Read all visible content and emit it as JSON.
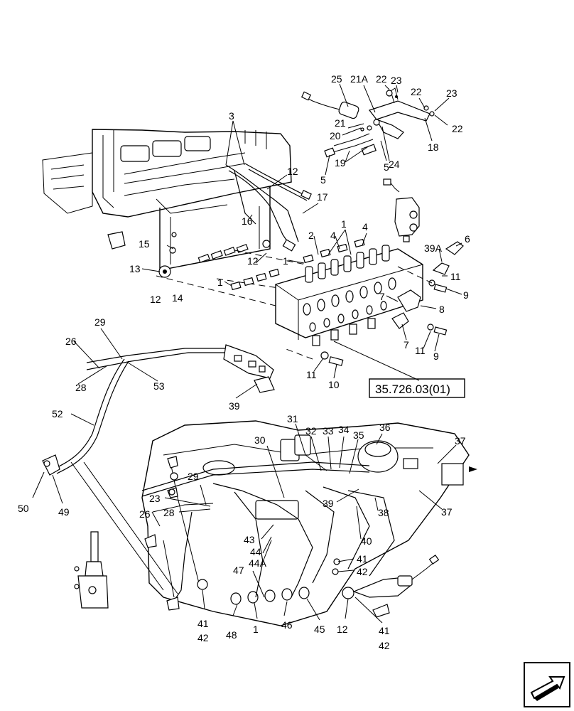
{
  "reference_box": "35.726.03(01)",
  "labels": {
    "top": [
      "25",
      "21A",
      "22",
      "23",
      "22",
      "23",
      "22",
      "21",
      "20",
      "18",
      "24",
      "19",
      "5",
      "5",
      "3",
      "12",
      "17",
      "16",
      "6",
      "39A",
      "11",
      "9",
      "1",
      "2",
      "4",
      "4",
      "15",
      "12",
      "13",
      "12",
      "14",
      "1",
      "1",
      "7",
      "8",
      "7",
      "11",
      "9",
      "11",
      "10"
    ],
    "middle": [
      "29",
      "26",
      "28",
      "53",
      "39",
      "52",
      "50",
      "49"
    ],
    "bottom": [
      "31",
      "32",
      "33",
      "34",
      "35",
      "36",
      "30",
      "37",
      "37",
      "29",
      "23",
      "28",
      "26",
      "39",
      "38",
      "40",
      "43",
      "44",
      "44A",
      "47",
      "41",
      "42",
      "41",
      "42",
      "41",
      "42",
      "48",
      "1",
      "46",
      "45",
      "12"
    ]
  }
}
